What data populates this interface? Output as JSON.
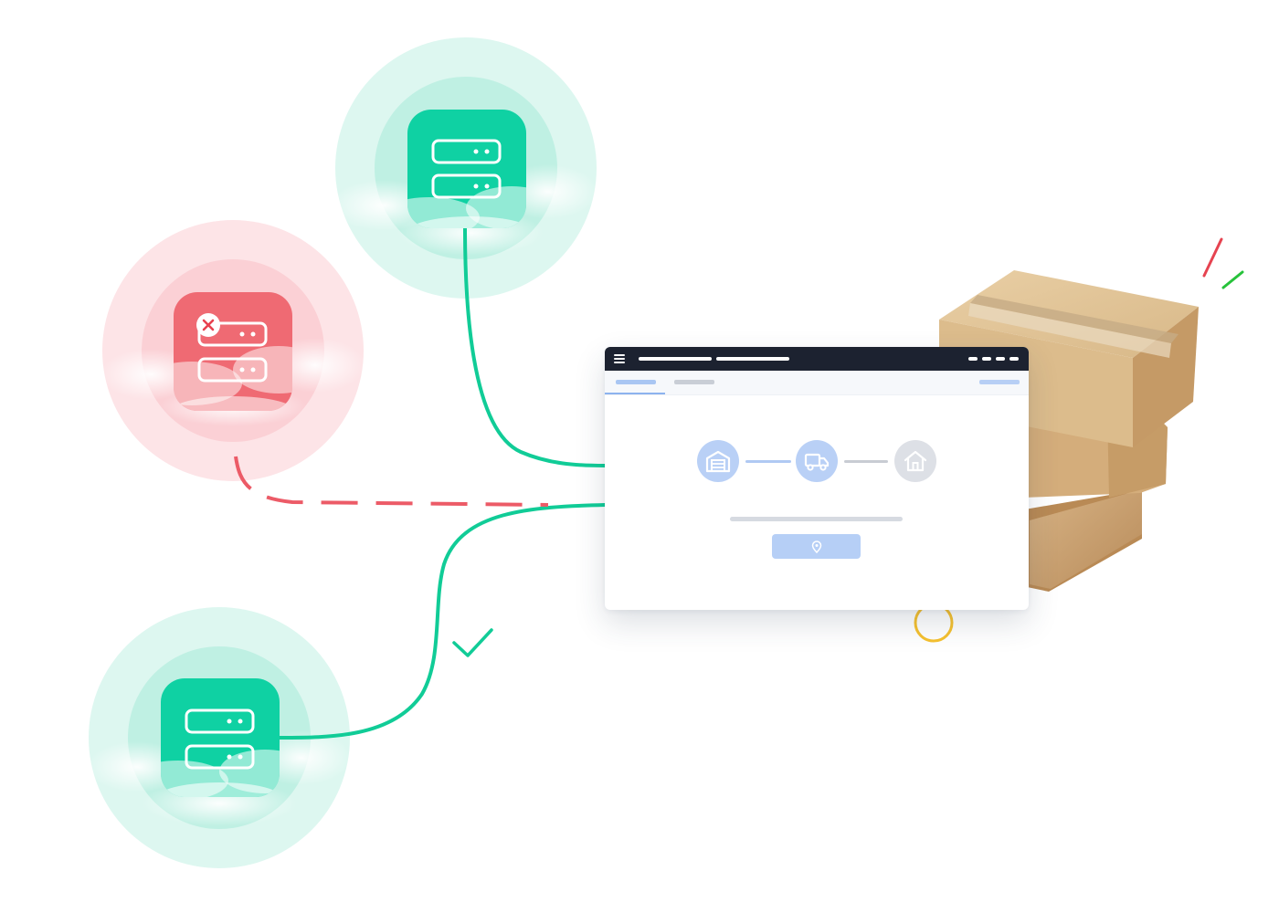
{
  "nodes": [
    {
      "name": "server-top",
      "status": "ok"
    },
    {
      "name": "server-failed",
      "status": "error"
    },
    {
      "name": "server-bottom",
      "status": "ok"
    }
  ],
  "tracking": {
    "steps": [
      {
        "icon": "warehouse-icon",
        "state": "complete"
      },
      {
        "icon": "truck-icon",
        "state": "complete"
      },
      {
        "icon": "home-icon",
        "state": "pending"
      }
    ],
    "button_icon": "location-pin-icon"
  },
  "decorations": {
    "check_icon": "checkmark-icon",
    "package_image": "cardboard-boxes"
  },
  "colors": {
    "ok": "#0fd1a3",
    "ok_halo_outer": "#ddf7f0",
    "ok_halo_inner": "#bff0e3",
    "error": "#ef6a73",
    "error_halo_outer": "#fde4e7",
    "error_halo_inner": "#fbd0d5",
    "connector_ok": "#11cc97",
    "connector_error": "#ec5b67",
    "topbar": "#1c2230",
    "step_active": "#b9d0f6",
    "step_pending": "#dde0e6",
    "accent_yellow": "#f6c12f"
  }
}
